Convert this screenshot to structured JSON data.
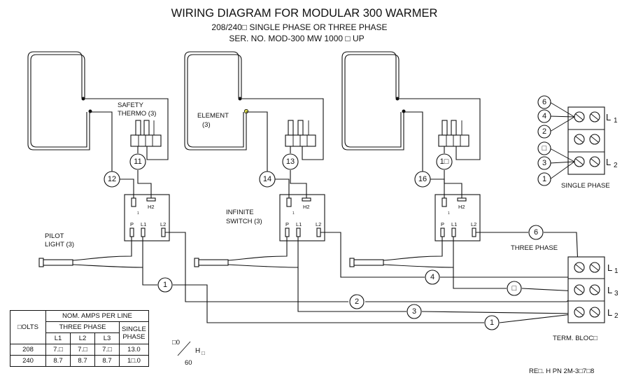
{
  "title": "WIRING DIAGRAM FOR MODULAR 300 WARMER",
  "subtitle1": "208/240□ SINGLE PHASE OR THREE PHASE",
  "subtitle2": "SER. NO. MOD-300 MW 1000 □ UP",
  "labels": {
    "safety": "SAFETY",
    "thermo": "THERMO (3)",
    "element": "ELEMENT",
    "element_qty": "(3)",
    "infinite": "INFINITE",
    "switch": "SWITCH (3)",
    "pilot": "PILOT",
    "light": "LIGHT (3)",
    "single_phase": "SINGLE PHASE",
    "three_phase": "THREE PHASE",
    "term_bloc": "TERM. BLOC□",
    "rev": "RE□. H  PN 2M-3□7□8",
    "hz_top": "□0",
    "hz_bottom": "60",
    "hz_h": "H",
    "hz_box": "□"
  },
  "switch_terms": {
    "h1": "H",
    "h1_sub": "1",
    "h2": "H2",
    "p": "P",
    "l1": "L1",
    "l2": "L2"
  },
  "line_labels": {
    "l": "L",
    "sub1": "1",
    "sub2": "2",
    "sub3": "3"
  },
  "wire_numbers": {
    "w11": "11",
    "w12": "12",
    "w13": "13",
    "w14": "14",
    "w15": "1□",
    "w16": "16",
    "m1": "1",
    "m2": "2",
    "m3": "3",
    "m4": "4",
    "m5": "□",
    "m1b": "1",
    "m6": "6",
    "s6": "6",
    "s4": "4",
    "s2": "2",
    "s5": "□",
    "s3": "3",
    "s1": "1"
  },
  "table": {
    "header_group": "NOM. AMPS PER LINE",
    "volts": "□OLTS",
    "three_phase": "THREE PHASE",
    "single": "SINGLE",
    "phase": "PHASE",
    "cols": [
      "L1",
      "L2",
      "L3"
    ],
    "rows": [
      {
        "v": "208",
        "l1": "7.□",
        "l2": "7.□",
        "l3": "7.□",
        "single": "13.0"
      },
      {
        "v": "240",
        "l1": "8.7",
        "l2": "8.7",
        "l3": "8.7",
        "single": "1□.0"
      }
    ]
  }
}
